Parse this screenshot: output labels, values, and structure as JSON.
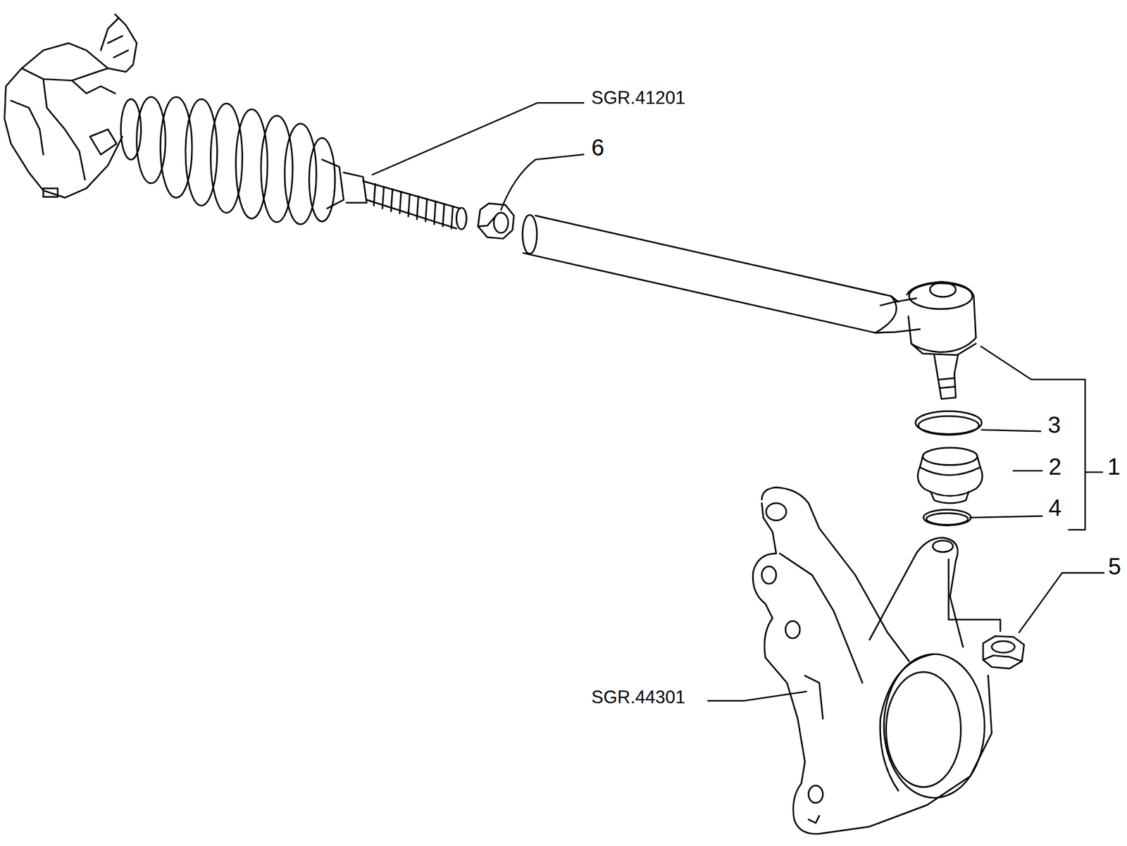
{
  "diagram": {
    "labels": [
      "SGR.41201",
      "6",
      "3",
      "2",
      "1",
      "4",
      "5",
      "SGR.44301"
    ]
  }
}
